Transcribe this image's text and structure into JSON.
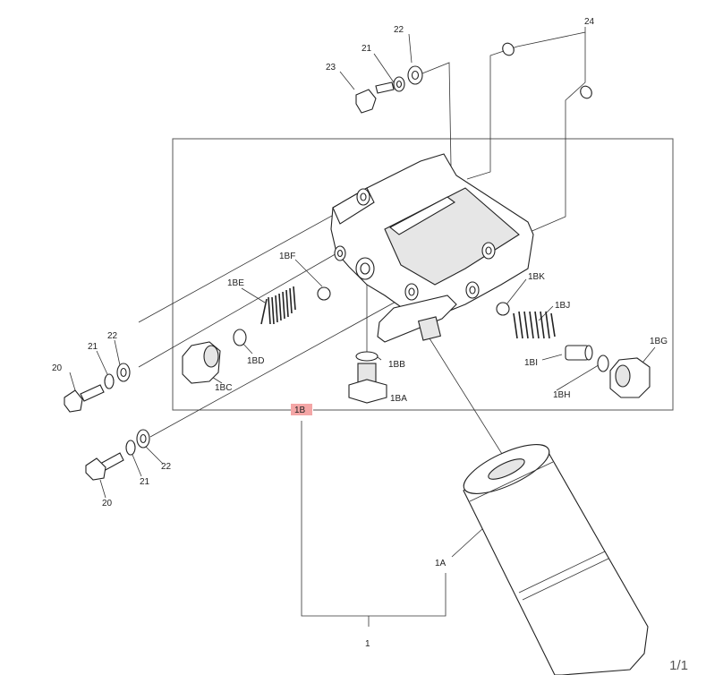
{
  "labels": {
    "p24": "24",
    "p22_top": "22",
    "p21_top": "21",
    "p23": "23",
    "p1BF": "1BF",
    "p1BE": "1BE",
    "p1BD": "1BD",
    "p1BC": "1BC",
    "p1BB": "1BB",
    "p1BA": "1BA",
    "p1BK": "1BK",
    "p1BJ": "1BJ",
    "p1BI": "1BI",
    "p1BH": "1BH",
    "p1BG": "1BG",
    "p1B": "1B",
    "p20_left": "20",
    "p21_left": "21",
    "p22_left": "22",
    "p20_low": "20",
    "p21_low": "21",
    "p22_low": "22",
    "p1A": "1A",
    "p1": "1"
  },
  "highlight_color": "#f4a6a6",
  "pager": "1/1"
}
